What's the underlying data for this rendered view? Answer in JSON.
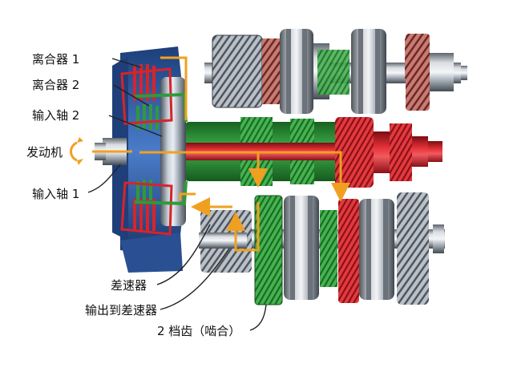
{
  "labels": {
    "clutch1": "离合器 1",
    "clutch2": "离合器 2",
    "input_shaft2": "输入轴 2",
    "engine": "发动机",
    "input_shaft1": "输入轴 1",
    "differential": "差速器",
    "output_to_differential": "输出到差速器",
    "second_gear_engaged": "2 档齿（啮合）"
  },
  "colors": {
    "power_flow_red": "#d9232b",
    "power_flow_green": "#2e9a3a",
    "flow_arrow_orange": "#f0a020",
    "housing_blue": "#2c5da8",
    "steel": "#9aa2ab",
    "bronze_gear": "#b85a52"
  }
}
